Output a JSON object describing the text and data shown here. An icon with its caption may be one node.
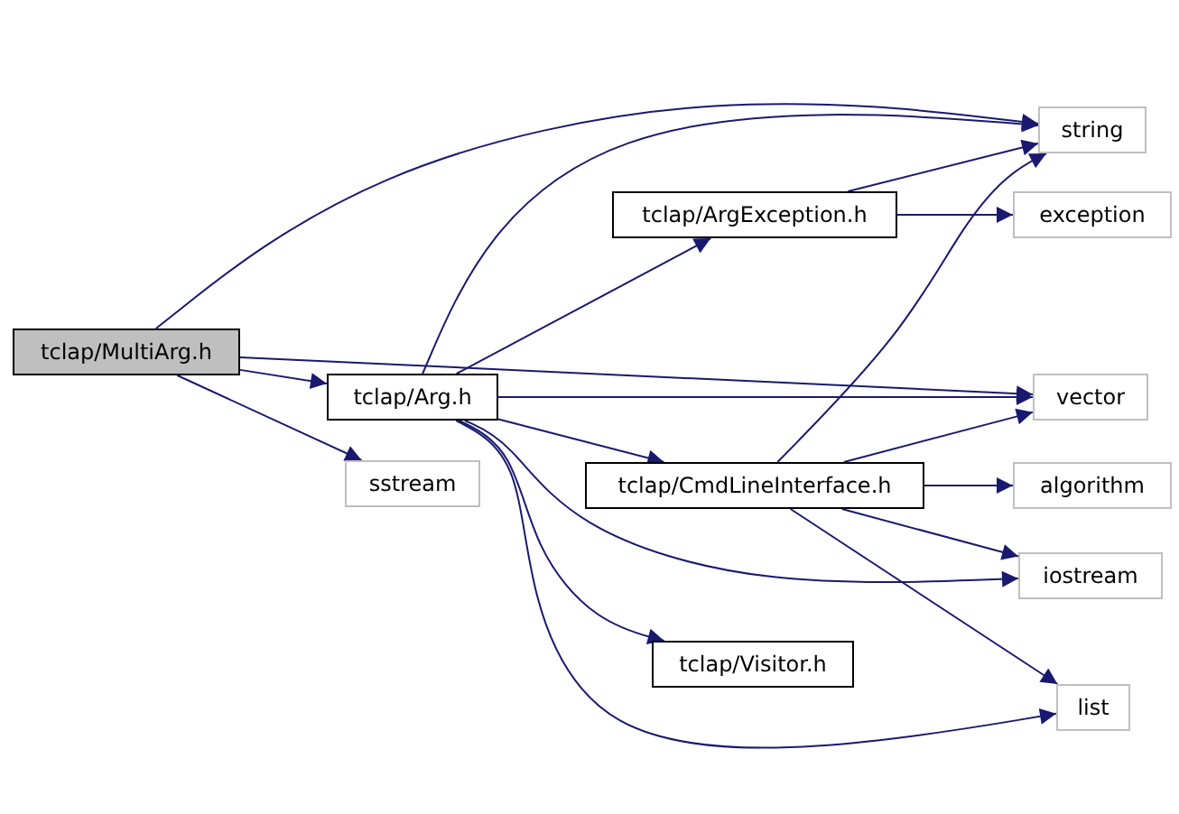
{
  "diagram": {
    "nodes": [
      {
        "text": [
          "tclap/MultiArg.h"
        ]
      },
      {
        "text": [
          "tclap/Arg.h"
        ]
      },
      {
        "text": [
          "sstream"
        ]
      },
      {
        "text": [
          "tclap/ArgException.h"
        ]
      },
      {
        "text": [
          "string"
        ]
      },
      {
        "text": [
          "exception"
        ]
      },
      {
        "text": [
          "vector"
        ]
      },
      {
        "text": [
          "tclap/CmdLineInterface.h"
        ]
      },
      {
        "text": [
          "algorithm"
        ]
      },
      {
        "text": [
          "iostream"
        ]
      },
      {
        "text": [
          "tclap/Visitor.h"
        ]
      },
      {
        "text": [
          "list"
        ]
      }
    ],
    "edges": [
      {
        "from": 0,
        "to": 4,
        "arrow": "to"
      },
      {
        "from": 0,
        "to": 6,
        "arrow": "to"
      },
      {
        "from": 0,
        "to": 1,
        "arrow": "to"
      },
      {
        "from": 0,
        "to": 2,
        "arrow": "to"
      },
      {
        "from": 1,
        "to": 4,
        "arrow": "to"
      },
      {
        "from": 1,
        "to": 3,
        "arrow": "to"
      },
      {
        "from": 1,
        "to": 6,
        "arrow": "to"
      },
      {
        "from": 1,
        "to": 7,
        "arrow": "to"
      },
      {
        "from": 1,
        "to": 9,
        "arrow": "to"
      },
      {
        "from": 1,
        "to": 10,
        "arrow": "to"
      },
      {
        "from": 1,
        "to": 11,
        "arrow": "to"
      },
      {
        "from": 3,
        "to": 4,
        "arrow": "to"
      },
      {
        "from": 3,
        "to": 5,
        "arrow": "to"
      },
      {
        "from": 7,
        "to": 4,
        "arrow": "to"
      },
      {
        "from": 7,
        "to": 6,
        "arrow": "to"
      },
      {
        "from": 7,
        "to": 8,
        "arrow": "to"
      },
      {
        "from": 7,
        "to": 9,
        "arrow": "to"
      },
      {
        "from": 7,
        "to": 11,
        "arrow": "to"
      }
    ]
  }
}
